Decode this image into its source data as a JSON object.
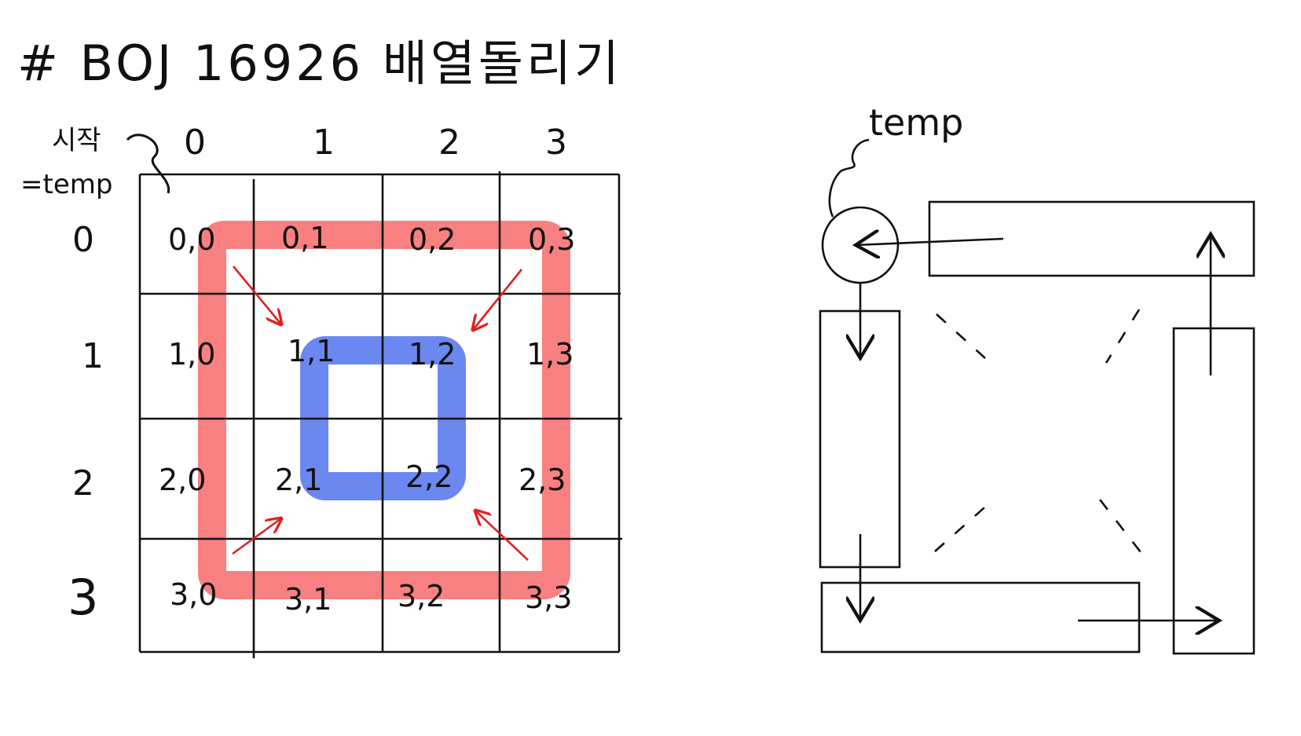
{
  "title": "# BOJ 16926 배열돌리기",
  "start_note": {
    "line1": "시작",
    "line2": "=temp"
  },
  "temp_label": "temp",
  "columns": [
    "0",
    "1",
    "2",
    "3"
  ],
  "rows": [
    "0",
    "1",
    "2",
    "3"
  ],
  "cells": [
    [
      "0,0",
      "0,1",
      "0,2",
      "0,3"
    ],
    [
      "1,0",
      "1,1",
      "1,2",
      "1,3"
    ],
    [
      "2,0",
      "2,1",
      "2,2",
      "2,3"
    ],
    [
      "3,0",
      "3,1",
      "3,2",
      "3,3"
    ]
  ],
  "colors": {
    "outer_ring": "#f88080",
    "inner_ring": "#6b87f0",
    "arrow": "#e02020",
    "ink": "#111111"
  }
}
